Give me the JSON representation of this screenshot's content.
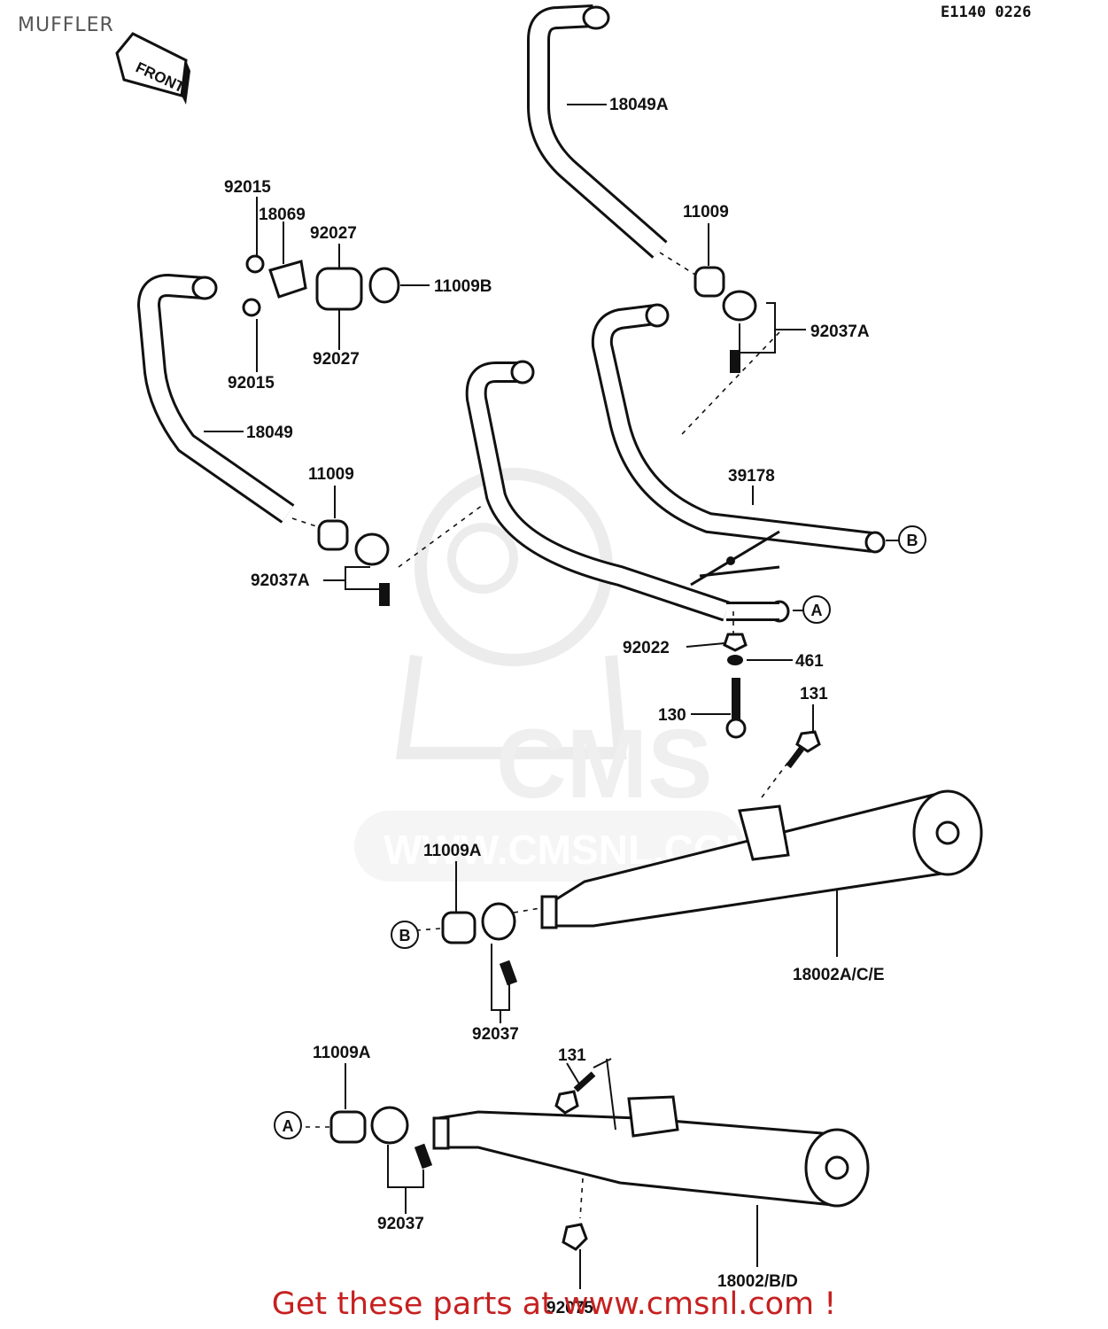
{
  "page": {
    "title": "MUFFLER",
    "diagram_code": "E1140 0226"
  },
  "orientation": {
    "front_label": "FRONT"
  },
  "watermark": {
    "brand": "CMS",
    "url": "WWW.CMSNL.COM"
  },
  "callouts": {
    "a": "A",
    "b": "B"
  },
  "labels": {
    "p18049A": "18049A",
    "p11009_top": "11009",
    "p92037A_top": "92037A",
    "p92015_top": "92015",
    "p18069": "18069",
    "p92027_top": "92027",
    "p11009B": "11009B",
    "p92027_bottom": "92027",
    "p92015_bottom": "92015",
    "p18049": "18049",
    "p11009_left": "11009",
    "p92037A_left": "92037A",
    "p39178": "39178",
    "p92022": "92022",
    "p461": "461",
    "p130": "130",
    "p131_upper": "131",
    "p11009A_upper": "11009A",
    "p92037_upper": "92037",
    "p18002ACE": "18002A/C/E",
    "p11009A_lower": "11009A",
    "p131_lower": "131",
    "p92037_lower": "92037",
    "p92075": "92075",
    "p18002BD": "18002/B/D"
  },
  "footer": {
    "cta": "Get these parts at www.cmsnl.com !"
  },
  "colors": {
    "ink": "#111111",
    "cta": "#c62020",
    "watermark": "#dddddd"
  }
}
